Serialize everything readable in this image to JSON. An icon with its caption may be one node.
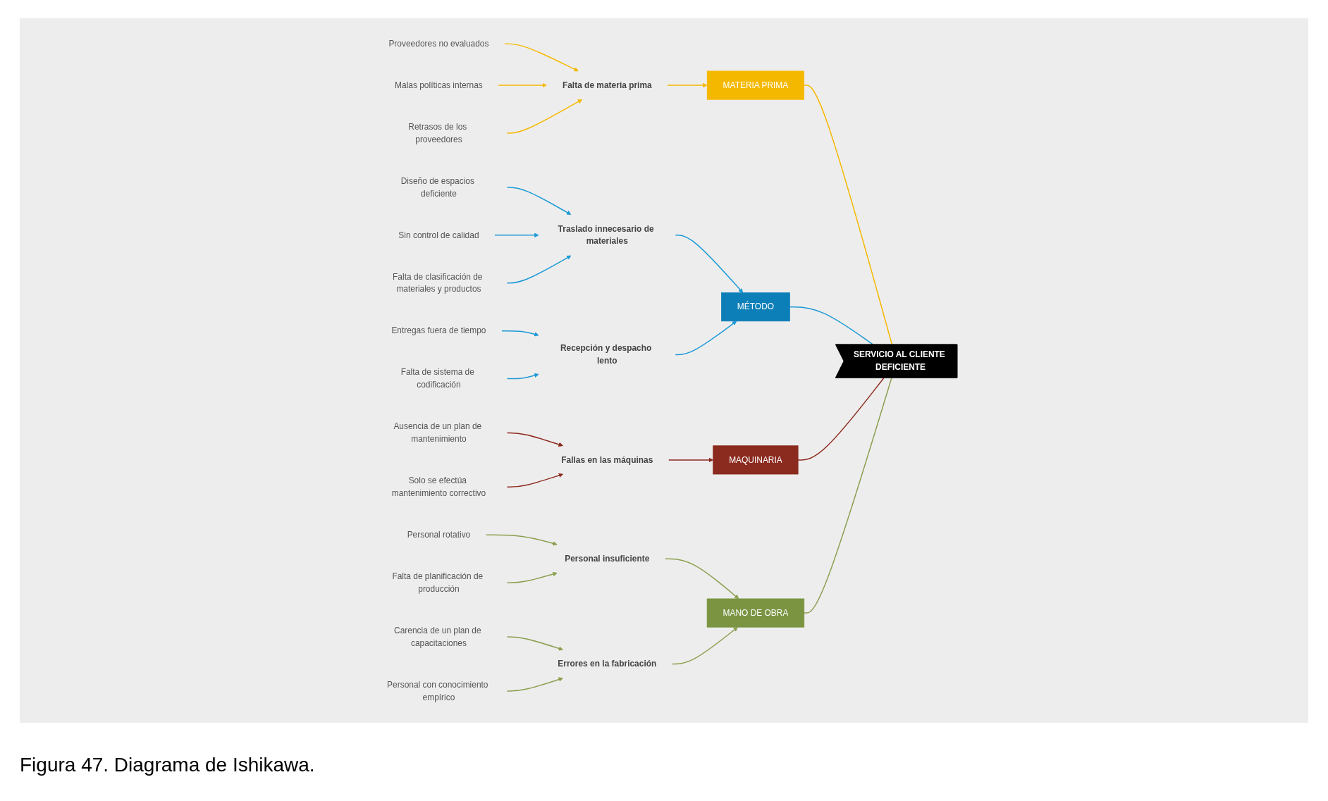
{
  "diagram": {
    "caption": "Figura 47. Diagrama de Ishikawa.",
    "nodes": [
      {
        "text": [
          "MATERIA PRIMA"
        ]
      },
      {
        "text": [
          "Proveedores no evaluados"
        ]
      },
      {
        "text": [
          "Malas políticas internas"
        ]
      },
      {
        "text": [
          "Falta de materia prima"
        ]
      },
      {
        "text": [
          "Retrasos de los proveedores"
        ]
      },
      {
        "text": [
          "MÉTODO"
        ]
      },
      {
        "text": [
          "Diseño de espacios deficiente"
        ]
      },
      {
        "text": [
          "Sin control de calidad"
        ]
      },
      {
        "text": [
          "Traslado innecesario de materiales"
        ]
      },
      {
        "text": [
          "Falta de clasificación de materiales y productos"
        ]
      },
      {
        "text": [
          "Entregas fuera de tiempo"
        ]
      },
      {
        "text": [
          "Recepción y despacho lento"
        ]
      },
      {
        "text": [
          "Falta de sistema de codificación"
        ]
      },
      {
        "text": [
          "SERVICIO AL CLIENTE DEFICIENTE"
        ]
      },
      {
        "text": [
          "Ausencia de un plan de mantenimiento"
        ]
      },
      {
        "text": [
          "Fallas en las máquinas"
        ]
      },
      {
        "text": [
          "Solo se efectúa mantenimiento correctivo"
        ]
      },
      {
        "text": [
          "MAQUINARIA"
        ]
      },
      {
        "text": [
          "Personal rotativo"
        ]
      },
      {
        "text": [
          "Falta de planificación de producción"
        ]
      },
      {
        "text": [
          "Personal insuficiente"
        ]
      },
      {
        "text": [
          "Carencia de un plan de capacitaciones"
        ]
      },
      {
        "text": [
          "Errores en la fabricación"
        ]
      },
      {
        "text": [
          "Personal con conocimiento empírico"
        ]
      },
      {
        "text": [
          "MANO DE OBRA"
        ]
      }
    ],
    "edges": [
      {
        "from": 1,
        "to": 3,
        "arrow": "to",
        "color": "#f5b800"
      },
      {
        "from": 2,
        "to": 3,
        "arrow": "to",
        "color": "#f5b800"
      },
      {
        "from": 4,
        "to": 3,
        "arrow": "to",
        "color": "#f5b800"
      },
      {
        "from": 3,
        "to": 0,
        "arrow": "to",
        "color": "#f5b800"
      },
      {
        "from": 0,
        "to": 13,
        "arrow": "none",
        "color": "#f5b800"
      },
      {
        "from": 6,
        "to": 8,
        "arrow": "to"
      },
      {
        "from": 7,
        "to": 8,
        "arrow": "to"
      },
      {
        "from": 9,
        "to": 8,
        "arrow": "to"
      },
      {
        "from": 8,
        "to": 5,
        "arrow": "to"
      },
      {
        "from": 10,
        "to": 11,
        "arrow": "to"
      },
      {
        "from": 12,
        "to": 11,
        "arrow": "to"
      },
      {
        "from": 11,
        "to": 5,
        "arrow": "to"
      },
      {
        "from": 5,
        "to": 13,
        "arrow": "none"
      },
      {
        "from": 14,
        "to": 15,
        "arrow": "to",
        "color": "#8b2a1e"
      },
      {
        "from": 16,
        "to": 15,
        "arrow": "to",
        "color": "#8b2a1e"
      },
      {
        "from": 15,
        "to": 17,
        "arrow": "to",
        "color": "#8b2a1e"
      },
      {
        "from": 17,
        "to": 13,
        "arrow": "none",
        "color": "#8b2a1e"
      },
      {
        "from": 18,
        "to": 20,
        "arrow": "to",
        "color": "#8aa050"
      },
      {
        "from": 19,
        "to": 20,
        "arrow": "to",
        "color": "#8aa050"
      },
      {
        "from": 20,
        "to": 24,
        "arrow": "to",
        "color": "#8aa050"
      },
      {
        "from": 21,
        "to": 22,
        "arrow": "to",
        "color": "#8aa050"
      },
      {
        "from": 23,
        "to": 22,
        "arrow": "to",
        "color": "#8aa050"
      },
      {
        "from": 22,
        "to": 24,
        "arrow": "to",
        "color": "#8aa050"
      },
      {
        "from": 24,
        "to": 13,
        "arrow": "none",
        "color": "#8aa050"
      }
    ]
  }
}
